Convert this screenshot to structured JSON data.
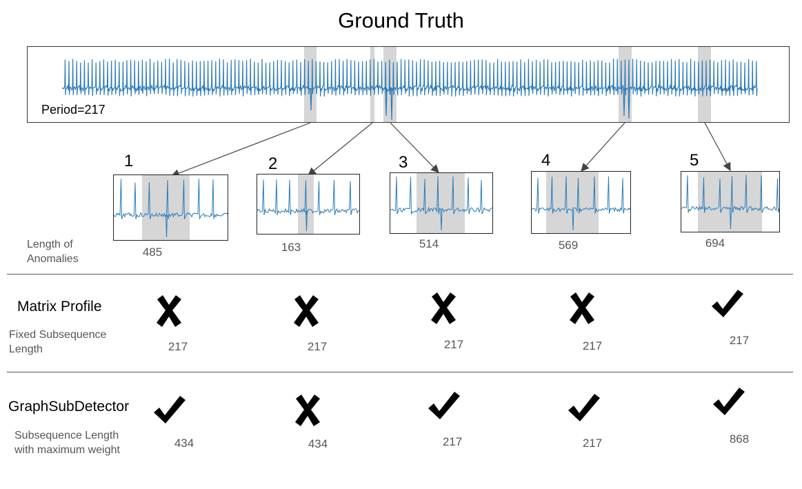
{
  "title": "Ground Truth",
  "series": {
    "period_label": "Period=217",
    "color": "#2a7ab8",
    "highlight_color": "#d6d6d6"
  },
  "anomalies": [
    {
      "number": "1",
      "length": "485"
    },
    {
      "number": "2",
      "length": "163"
    },
    {
      "number": "3",
      "length": "514"
    },
    {
      "number": "4",
      "length": "569"
    },
    {
      "number": "5",
      "length": "694"
    }
  ],
  "length_row_label": "Length of\nAnomalies",
  "methods": [
    {
      "name": "Matrix Profile",
      "subtitle": "Fixed Subsequence\nLength",
      "results": [
        {
          "detected": false,
          "length": "217"
        },
        {
          "detected": false,
          "length": "217"
        },
        {
          "detected": false,
          "length": "217"
        },
        {
          "detected": false,
          "length": "217"
        },
        {
          "detected": true,
          "length": "217"
        }
      ]
    },
    {
      "name": "GraphSubDetector",
      "subtitle": "Subsequence Length\nwith maximum weight",
      "results": [
        {
          "detected": true,
          "length": "434"
        },
        {
          "detected": false,
          "length": "434"
        },
        {
          "detected": true,
          "length": "217"
        },
        {
          "detected": true,
          "length": "217"
        },
        {
          "detected": true,
          "length": "868"
        }
      ]
    }
  ]
}
